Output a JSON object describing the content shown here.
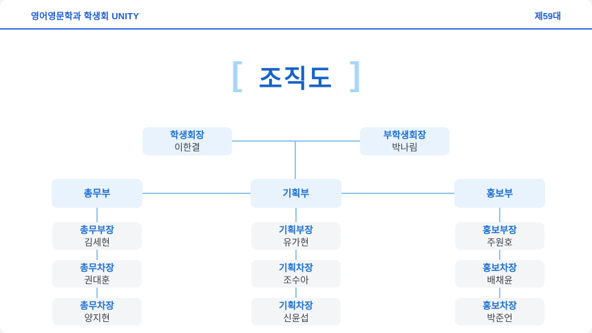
{
  "header": {
    "title": "영어영문학과 학생회 UNITY",
    "edition": "제59대"
  },
  "title_block": {
    "bracket_left": "[",
    "text": "조직도",
    "bracket_right": "]"
  },
  "org": {
    "leaders": [
      {
        "role": "학생회장",
        "name": "이한결"
      },
      {
        "role": "부학생회장",
        "name": "박나림"
      }
    ],
    "departments": [
      {
        "name": "총무부",
        "members": [
          {
            "role": "총무부장",
            "name": "김세현"
          },
          {
            "role": "총무차장",
            "name": "권대훈"
          },
          {
            "role": "총무차장",
            "name": "양지현"
          }
        ]
      },
      {
        "name": "기획부",
        "members": [
          {
            "role": "기획부장",
            "name": "유가현"
          },
          {
            "role": "기획차장",
            "name": "조수아"
          },
          {
            "role": "기획차장",
            "name": "신윤섭"
          }
        ]
      },
      {
        "name": "홍보부",
        "members": [
          {
            "role": "홍보부장",
            "name": "주원호"
          },
          {
            "role": "홍보차장",
            "name": "배채윤"
          },
          {
            "role": "홍보차장",
            "name": "박준언"
          }
        ]
      }
    ]
  },
  "colors": {
    "accent_blue": "#1d5ed6",
    "divider_blue": "#2f6ae0",
    "title_blue": "#1863c8",
    "box_title_blue": "#1a6fd3",
    "bracket_blue": "#a9d6f6",
    "connector_blue": "#8fc6ef",
    "box_blue_bg": "#e9f3fd",
    "box_gray_bg": "#f4f5f6",
    "name_gray": "#3e4145"
  }
}
